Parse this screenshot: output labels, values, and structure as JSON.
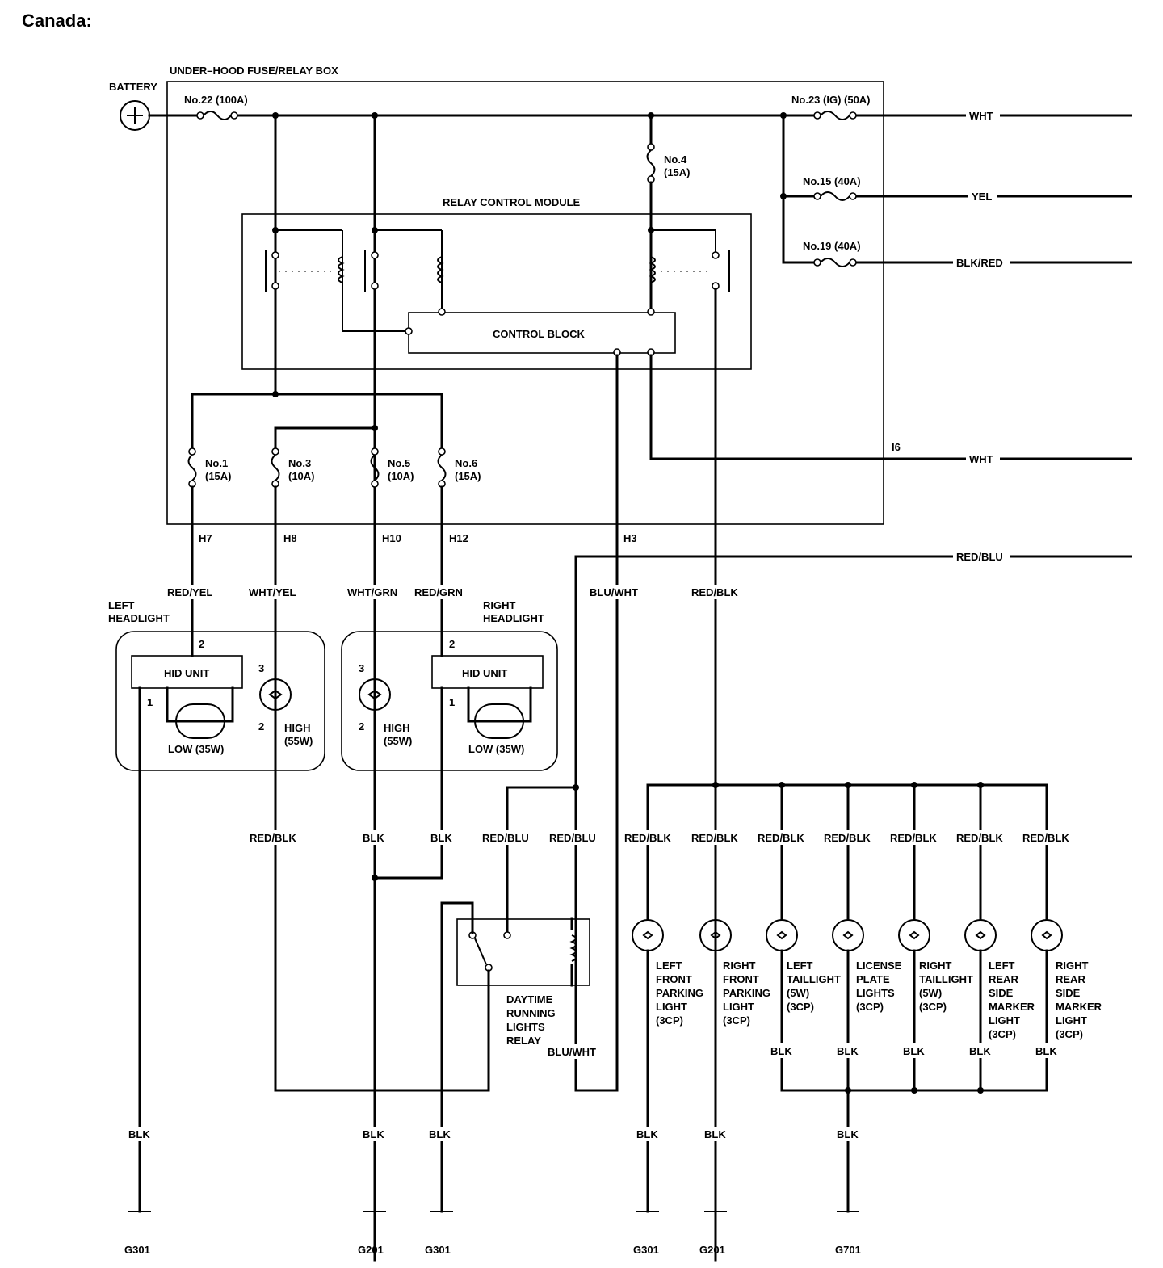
{
  "title": "Canada:",
  "labels": {
    "under_hood_box": "UNDER–HOOD FUSE/RELAY BOX",
    "battery": "BATTERY",
    "relay_control_module": "RELAY CONTROL MODULE",
    "control_block": "CONTROL BLOCK",
    "fuse22": "No.22 (100A)",
    "fuse23": "No.23 (IG) (50A)",
    "fuse4_no": "No.4",
    "fuse4_amp": "(15A)",
    "fuse15": "No.15 (40A)",
    "fuse19": "No.19 (40A)",
    "fuse1_no": "No.1",
    "fuse1_amp": "(15A)",
    "fuse3_no": "No.3",
    "fuse3_amp": "(10A)",
    "fuse5_no": "No.5",
    "fuse5_amp": "(10A)",
    "fuse6_no": "No.6",
    "fuse6_amp": "(15A)",
    "conn_i6": "I6",
    "conn_h7": "H7",
    "conn_h8": "H8",
    "conn_h10": "H10",
    "conn_h12": "H12",
    "conn_h3": "H3",
    "left_headlight_1": "LEFT",
    "left_headlight_2": "HEADLIGHT",
    "right_headlight_1": "RIGHT",
    "right_headlight_2": "HEADLIGHT",
    "hid_unit": "HID UNIT",
    "low": "LOW (35W)",
    "high": "HIGH",
    "high_w": "(55W)",
    "pin1": "1",
    "pin2": "2",
    "pin3": "3",
    "drl_relay": [
      "DAYTIME",
      "RUNNING",
      "LIGHTS",
      "RELAY"
    ],
    "lights": [
      [
        "LEFT",
        "FRONT",
        "PARKING",
        "LIGHT",
        "(3CP)"
      ],
      [
        "RIGHT",
        "FRONT",
        "PARKING",
        "LIGHT",
        "(3CP)"
      ],
      [
        "LEFT",
        "TAILLIGHT",
        "(5W)",
        "(3CP)"
      ],
      [
        "LICENSE",
        "PLATE",
        "LIGHTS",
        "(3CP)"
      ],
      [
        "RIGHT",
        "TAILLIGHT",
        "(5W)",
        "(3CP)"
      ],
      [
        "LEFT",
        "REAR",
        "SIDE",
        "MARKER",
        "LIGHT",
        "(3CP)"
      ],
      [
        "RIGHT",
        "REAR",
        "SIDE",
        "MARKER",
        "LIGHT",
        "(3CP)"
      ]
    ]
  },
  "wires": {
    "wht": "WHT",
    "yel": "YEL",
    "blk_red": "BLK/RED",
    "red_blu": "RED/BLU",
    "red_yel": "RED/YEL",
    "wht_yel": "WHT/YEL",
    "wht_grn": "WHT/GRN",
    "red_grn": "RED/GRN",
    "blu_wht": "BLU/WHT",
    "red_blk": "RED/BLK",
    "blk": "BLK"
  },
  "grounds": [
    "G301",
    "G201",
    "G301",
    "G301",
    "G201",
    "G701"
  ]
}
